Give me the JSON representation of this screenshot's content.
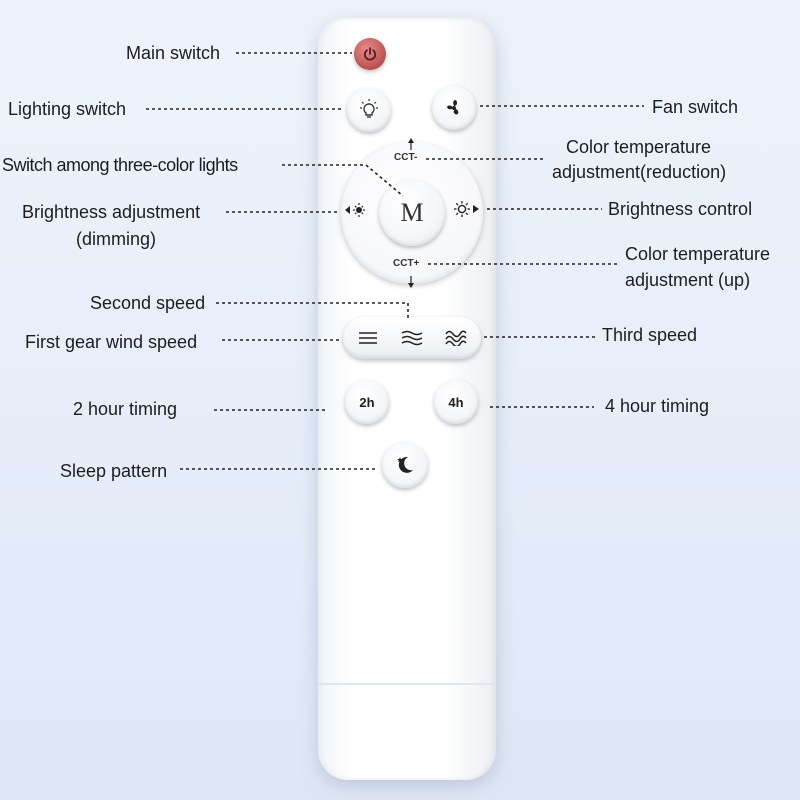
{
  "labels": {
    "main_switch": "Main switch",
    "lighting_switch": "Lighting switch",
    "fan_switch": "Fan switch",
    "three_color": "Switch among three-color lights",
    "cct_reduction_line1": "Color temperature",
    "cct_reduction_line2": "adjustment(reduction)",
    "brightness_adjustment_line1": "Brightness adjustment",
    "brightness_adjustment_line2": "(dimming)",
    "brightness_control": "Brightness control",
    "cct_up_line1": "Color temperature",
    "cct_up_line2": "adjustment (up)",
    "second_speed": "Second speed",
    "first_gear": "First gear wind speed",
    "third_speed": "Third speed",
    "two_hour": "2 hour timing",
    "four_hour": "4 hour timing",
    "sleep": "Sleep pattern"
  },
  "remote": {
    "dial_center": "M",
    "cct_minus": "CCT-",
    "cct_plus": "CCT+",
    "timer_2h": "2h",
    "timer_4h": "4h"
  },
  "icons": {
    "power": "power-icon",
    "light": "light-bulb-icon",
    "fan": "fan-icon",
    "brightness_down": "brightness-down-icon",
    "brightness_up": "brightness-up-icon",
    "speed1": "wind-speed-1-icon",
    "speed2": "wind-speed-2-icon",
    "speed3": "wind-speed-3-icon",
    "sleep": "moon-star-icon"
  },
  "colors": {
    "power_button": "#c55a5a",
    "text": "#1d1d1d",
    "background": "#e6edf9"
  }
}
